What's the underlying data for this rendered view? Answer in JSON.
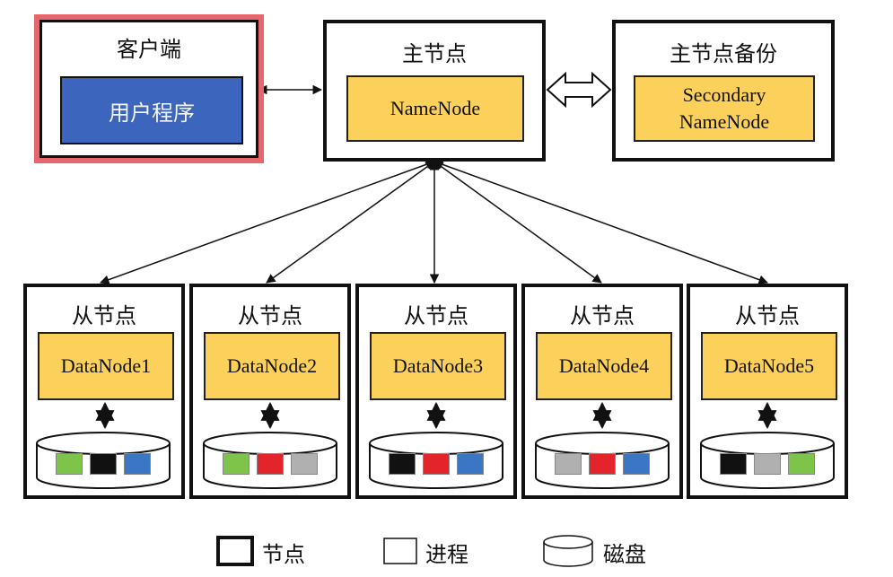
{
  "client": {
    "title": "客户端",
    "program": "用户程序"
  },
  "master": {
    "title": "主节点",
    "process": "NameNode"
  },
  "backup": {
    "title": "主节点备份",
    "process_line1": "Secondary",
    "process_line2": "NameNode"
  },
  "slaves": [
    {
      "title": "从节点",
      "process": "DataNode1",
      "blocks": [
        "#7ec34a",
        "#111111",
        "#3a76c4"
      ]
    },
    {
      "title": "从节点",
      "process": "DataNode2",
      "blocks": [
        "#7ec34a",
        "#e3242b",
        "#b0b0b0"
      ]
    },
    {
      "title": "从节点",
      "process": "DataNode3",
      "blocks": [
        "#111111",
        "#e3242b",
        "#3a76c4"
      ]
    },
    {
      "title": "从节点",
      "process": "DataNode4",
      "blocks": [
        "#b0b0b0",
        "#e3242b",
        "#3a76c4"
      ]
    },
    {
      "title": "从节点",
      "process": "DataNode5",
      "blocks": [
        "#111111",
        "#b0b0b0",
        "#7ec34a"
      ]
    }
  ],
  "legend": {
    "node": "节点",
    "process": "进程",
    "disk": "磁盘"
  },
  "colors": {
    "process_fill": "#fbd15b",
    "client_highlight": "#e8656b",
    "user_program_fill": "#3c66bd"
  }
}
